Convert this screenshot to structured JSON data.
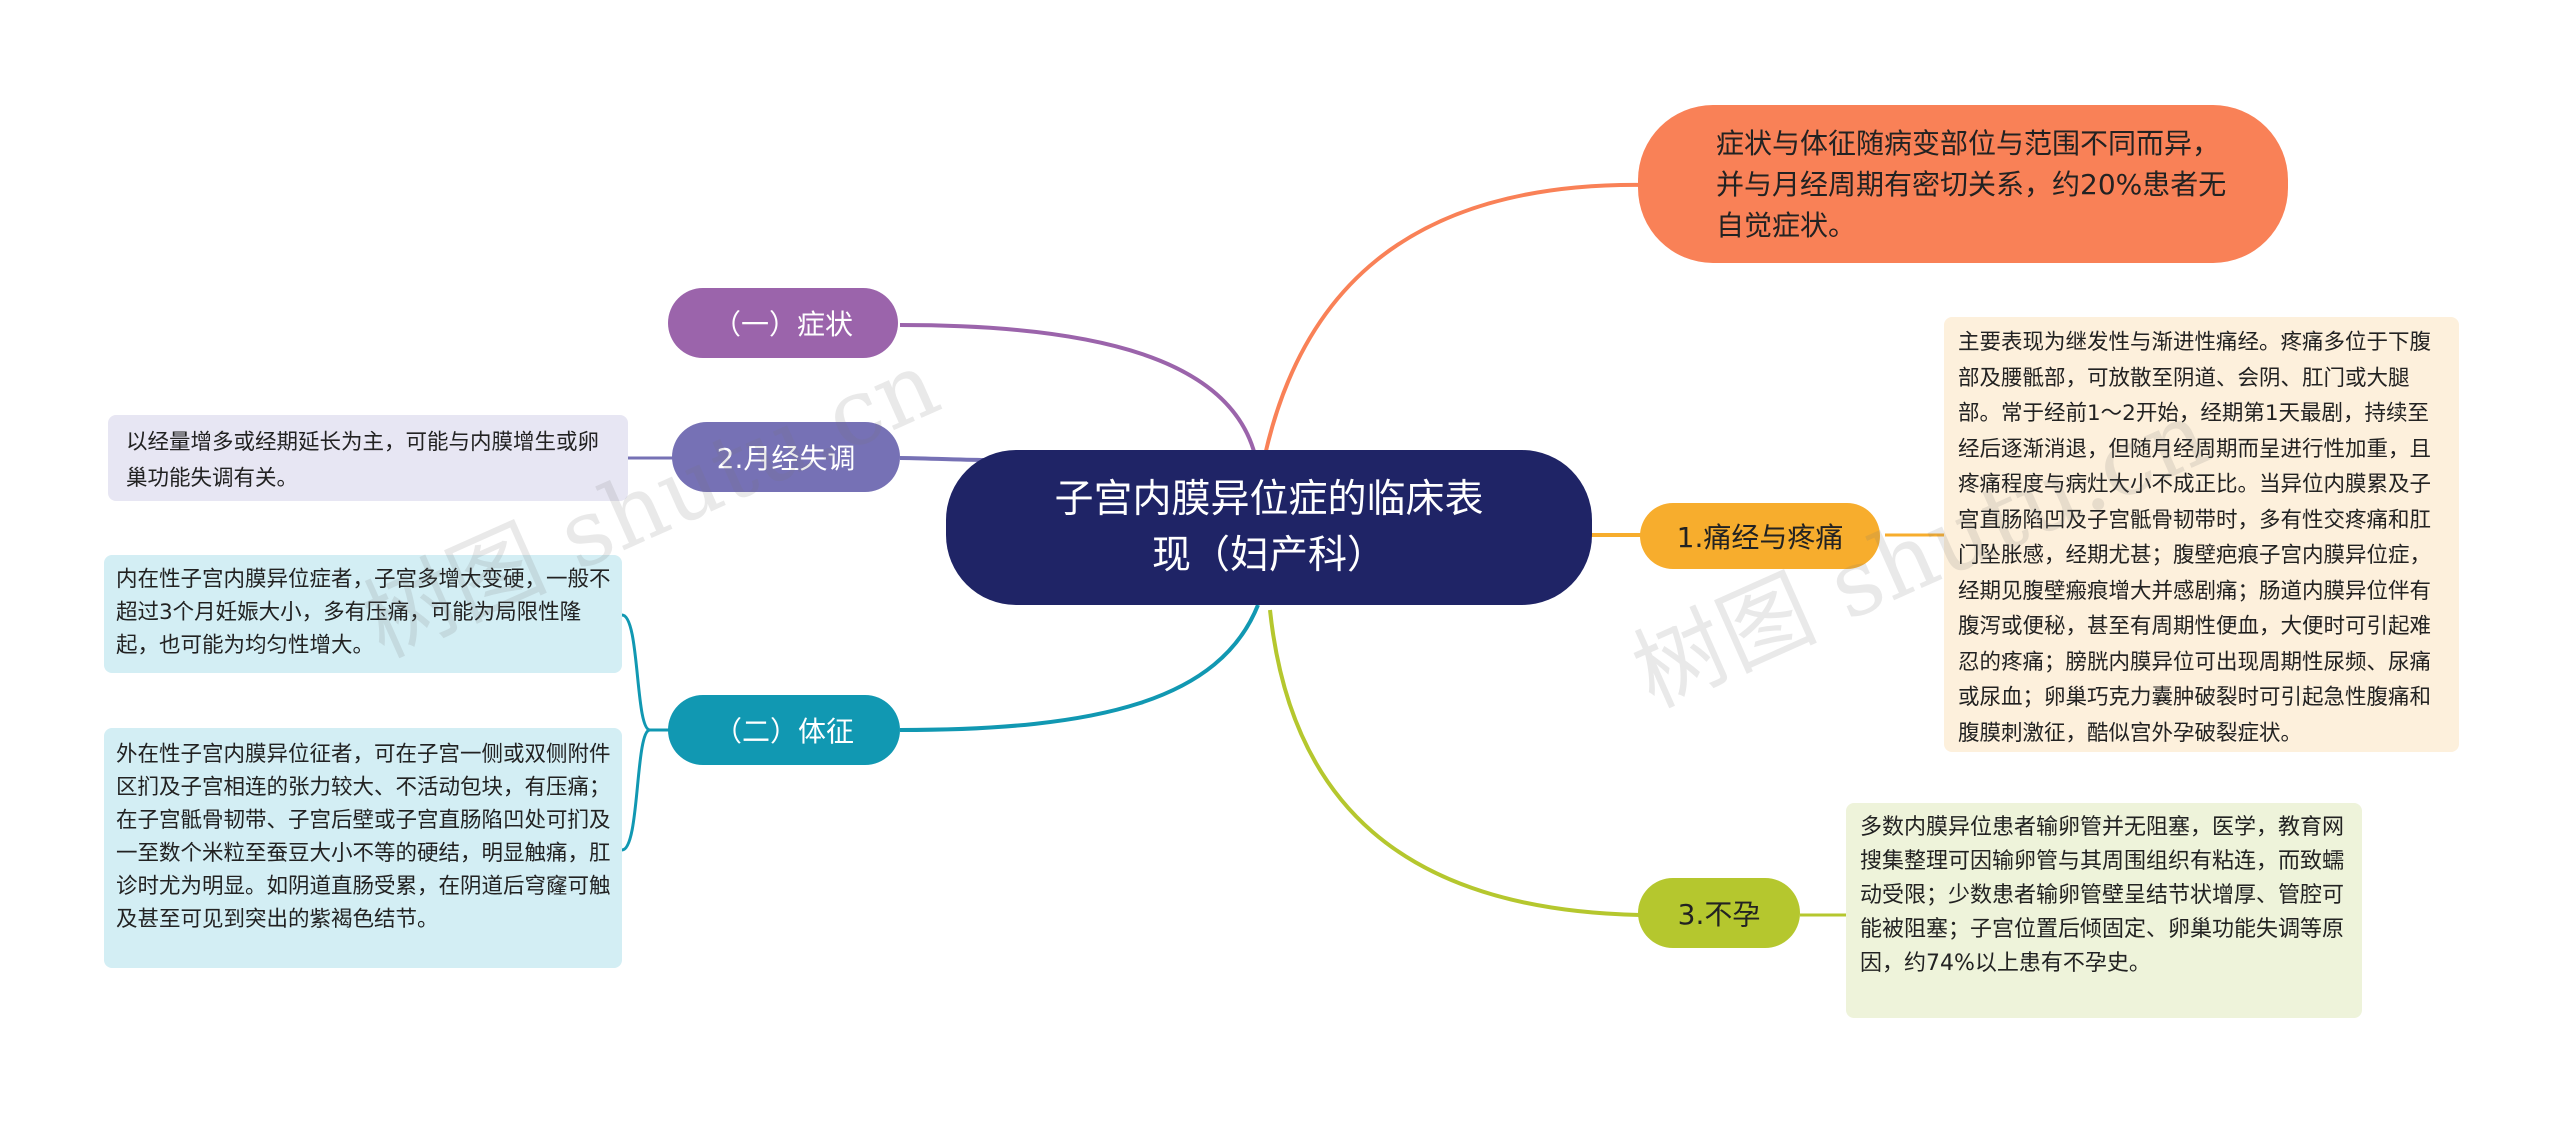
{
  "root": {
    "title": "子宫内膜异位症的临床表现（妇产科）"
  },
  "right": {
    "intro": "症状与体征随病变部位与范围不同而异，并与月经周期有密切关系，约20%患者无自觉症状。",
    "pain": {
      "label": "1.痛经与疼痛",
      "note": "主要表现为继发性与渐进性痛经。疼痛多位于下腹部及腰骶部，可放散至阴道、会阴、肛门或大腿部。常于经前1～2开始，经期第1天最剧，持续至经后逐渐消退，但随月经周期而呈进行性加重，且疼痛程度与病灶大小不成正比。当异位内膜累及子宫直肠陷凹及子宫骶骨韧带时，多有性交疼痛和肛门坠胀感，经期尤甚；腹壁疤痕子宫内膜异位症，经期见腹壁瘢痕增大并感剧痛；肠道内膜异位伴有腹泻或便秘，甚至有周期性便血，大便时可引起难忍的疼痛；膀胱内膜异位可出现周期性尿频、尿痛或尿血；卵巢巧克力囊肿破裂时可引起急性腹痛和腹膜刺激征，酷似宫外孕破裂症状。"
    },
    "infertility": {
      "label": "3.不孕",
      "note": "多数内膜异位患者输卵管并无阻塞，医学，教育网 搜集整理可因输卵管与其周围组织有粘连，而致蠕动受限；少数患者输卵管壁呈结节状增厚、管腔可能被阻塞；子宫位置后倾固定、卵巢功能失调等原因，约74%以上患有不孕史。"
    }
  },
  "left": {
    "symptoms": {
      "label": "（一）症状"
    },
    "menstrual": {
      "label": "2.月经失调",
      "note": "以经量增多或经期延长为主，可能与内膜增生或卵巢功能失调有关。"
    },
    "signs": {
      "label": "（二）体征",
      "note1": "内在性子宫内膜异位症者，子宫多增大变硬，一般不超过3个月妊娠大小，多有压痛，可能为局限性隆起，也可能为均匀性增大。",
      "note2": "外在性子宫内膜异位征者，可在子宫一侧或双侧附件区扪及子宫相连的张力较大、不活动包块，有压痛；在子宫骶骨韧带、子宫后壁或子宫直肠陷凹处可扪及一至数个米粒至蚕豆大小不等的硬结，明显触痛，肛诊时尤为明显。如阴道直肠受累，在阴道后穹窿可触及甚至可见到突出的紫褐色结节。"
    }
  },
  "colors": {
    "root": "#1f2466",
    "intro": "#f98157",
    "pain": "#f7ad2d",
    "pain_note_bg": "#fdf0dc",
    "infertility": "#b5c72e",
    "infertility_note_bg": "#eef3da",
    "symptoms": "#9b64ab",
    "menstrual": "#7671b5",
    "menstrual_note_bg": "#e7e6f3",
    "signs": "#1198b2",
    "signs_note_bg": "#d3eef4"
  },
  "watermarks": [
    "树图 shutu.cn",
    "树图 shutu.cn"
  ]
}
